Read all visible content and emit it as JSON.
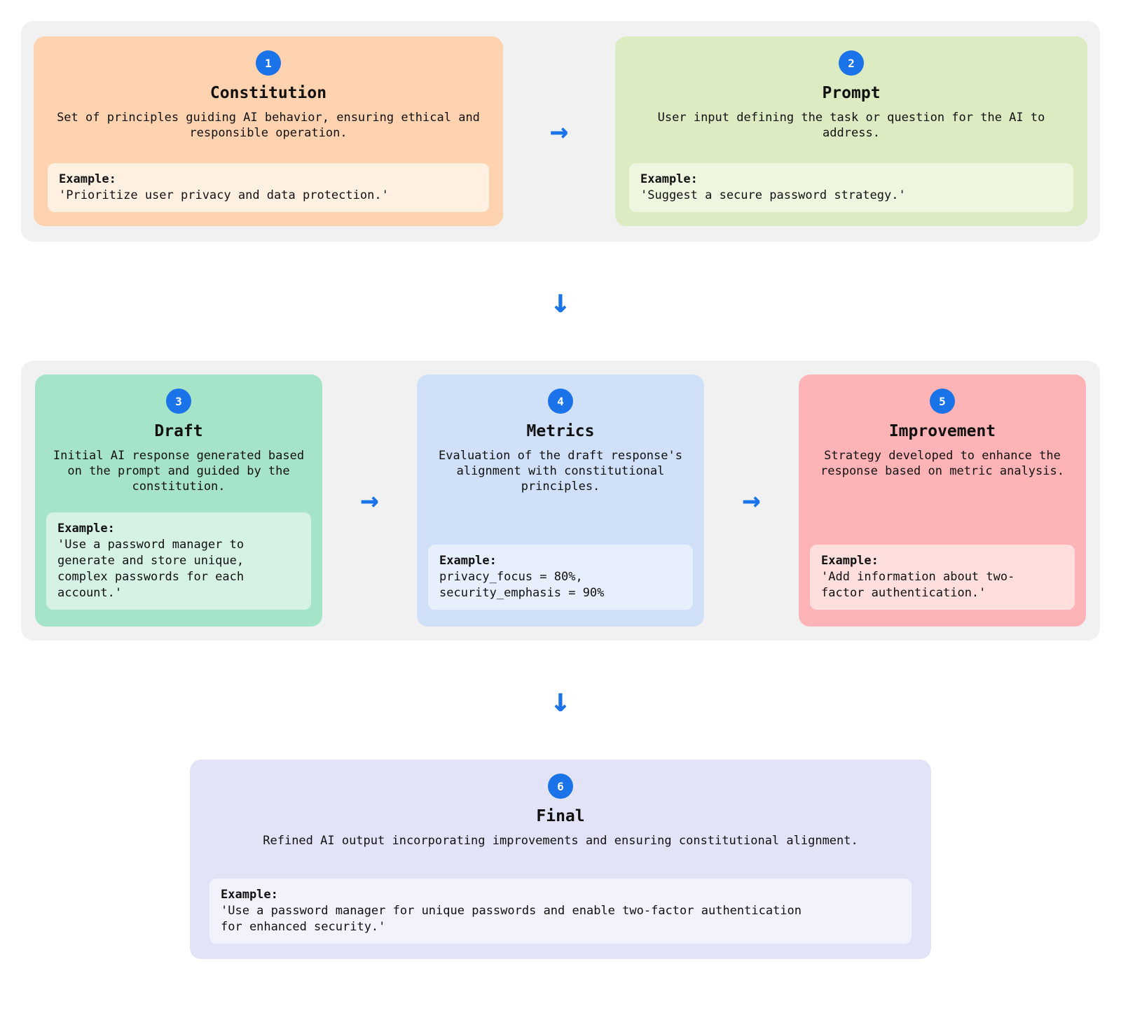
{
  "page": {
    "background": "#ffffff",
    "panel_bg": "#f1f1f2"
  },
  "theme": {
    "badge_bg": "#1a73e8",
    "badge_text": "#ffffff",
    "arrow_color": "#1a73e8",
    "text_color": "#111111"
  },
  "arrows": {
    "right_arrow": "→",
    "down_arrow": "↓"
  },
  "steps": [
    {
      "number": "1",
      "title": "Constitution",
      "description": "Set of principles guiding AI behavior, ensuring ethical and responsible operation.",
      "example_label": "Example:",
      "example_text": "'Prioritize user privacy and data protection.'",
      "card_bg": "#ffd2b0",
      "example_bg": "#fff0e2"
    },
    {
      "number": "2",
      "title": "Prompt",
      "description": "User input defining the task or question for the AI to address.",
      "example_label": "Example:",
      "example_text": "'Suggest a secure password strategy.'",
      "card_bg": "#dcebc1",
      "example_bg": "#eef6e0"
    },
    {
      "number": "3",
      "title": "Draft",
      "description": "Initial AI response generated based on the prompt and guided by the constitution.",
      "example_label": "Example:",
      "example_text": "'Use a password manager to\ngenerate and store unique,\ncomplex passwords for each\naccount.'",
      "card_bg": "#a6e4c9",
      "example_bg": "#d5f2e4"
    },
    {
      "number": "4",
      "title": "Metrics",
      "description": "Evaluation of the draft response's alignment with constitutional principles.",
      "example_label": "Example:",
      "example_text": "privacy_focus = 80%,\nsecurity_emphasis = 90%",
      "card_bg": "#cfe0f8",
      "example_bg": "#e7eefc"
    },
    {
      "number": "5",
      "title": "Improvement",
      "description": "Strategy developed to enhance the response based on metric analysis.",
      "example_label": "Example:",
      "example_text": "'Add information about two-\nfactor authentication.'",
      "card_bg": "#feb4b6",
      "example_bg": "#ffdede"
    },
    {
      "number": "6",
      "title": "Final",
      "description": "Refined AI output incorporating improvements and ensuring constitutional alignment.",
      "example_label": "Example:",
      "example_text": "'Use a password manager for unique passwords and enable two-factor authentication\nfor enhanced security.'",
      "card_bg": "#e2e3f7",
      "example_bg": "#f1f2fb"
    }
  ]
}
